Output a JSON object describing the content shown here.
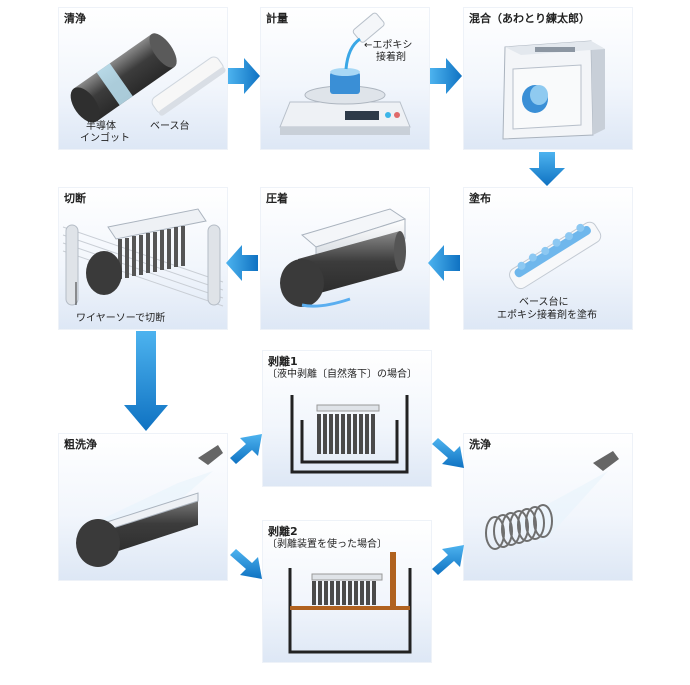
{
  "steps": {
    "cleaning": {
      "title": "清浄",
      "ingot_label_1": "半導体",
      "ingot_label_2": "インゴット",
      "base_label": "ベース台"
    },
    "weighing": {
      "title": "計量",
      "epoxy_label_1": "←エポキシ",
      "epoxy_label_2": "接着剤"
    },
    "mixing": {
      "title": "混合（あわとり練太郎）"
    },
    "coating": {
      "title": "塗布",
      "caption_1": "ベース台に",
      "caption_2": "エポキシ接着剤を塗布"
    },
    "bonding": {
      "title": "圧着"
    },
    "cutting": {
      "title": "切断",
      "caption": "ワイヤーソーで切断"
    },
    "rough_wash": {
      "title": "粗洗浄"
    },
    "peel1": {
      "title": "剥離1",
      "subtitle": "〔液中剥離〔自然落下〕の場合〕"
    },
    "peel2": {
      "title": "剥離2",
      "subtitle": "〔剥離装置を使った場合〕"
    },
    "wash": {
      "title": "洗浄"
    }
  },
  "colors": {
    "arrow": "#1e8fd8",
    "arrow_dark": "#0f6fb8",
    "panel_bottom": "#dde7f5",
    "ingot": "#3a3a3a"
  },
  "icons": [
    "right-arrow-icon",
    "down-arrow-icon",
    "left-arrow-icon",
    "diagonal-arrow-icon"
  ]
}
